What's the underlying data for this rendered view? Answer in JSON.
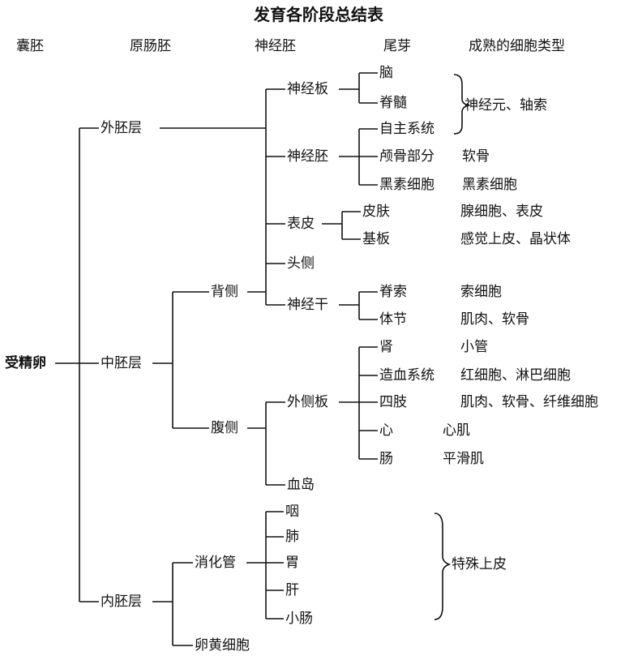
{
  "title": "发育各阶段总结表",
  "headers": [
    "囊胚",
    "原肠胚",
    "神经胚",
    "尾芽",
    "成熟的细胞类型"
  ],
  "root": "受精卵",
  "germ_layers": {
    "ectoderm": "外胚层",
    "mesoderm": "中胚层",
    "endoderm": "内胚层"
  },
  "mesoderm_parts": {
    "dorsal": "背侧",
    "ventral": "腹侧"
  },
  "endoderm_parts": {
    "gut": "消化管",
    "yolk": "卵黄细胞"
  },
  "neurula": {
    "neural_plate": "神经板",
    "neural_crest": "神经胚",
    "epidermis": "表皮",
    "head": "头侧",
    "nerve_trunk": "神经干",
    "lateral_plate": "外侧板",
    "blood_island": "血岛"
  },
  "tailbud": {
    "brain": "脑",
    "spinal_cord": "脊髓",
    "autonomic": "自主系统",
    "skull": "颅骨部分",
    "melanocyte": "黑素细胞",
    "skin": "皮肤",
    "placode": "基板",
    "notochord": "脊索",
    "somite": "体节",
    "kidney": "肾",
    "blood": "造血系统",
    "limb": "四肢",
    "heart": "心",
    "intestine": "肠",
    "pharynx": "咽",
    "lung": "肺",
    "stomach": "胃",
    "liver": "肝",
    "small_intestine": "小肠"
  },
  "mature": {
    "neuron": "神经元、轴索",
    "cartilage": "软骨",
    "melanin": "黑素细胞",
    "gland_skin": "腺细胞、表皮",
    "sense": "感觉上皮、晶状体",
    "noto": "索细胞",
    "muscle_bone": "肌肉、软骨",
    "tubule": "小管",
    "rbc": "红细胞、淋巴细胞",
    "limb_cells": "肌肉、软骨、纤维细胞",
    "heart_muscle": "心肌",
    "smooth": "平滑肌",
    "special": "特殊上皮"
  }
}
